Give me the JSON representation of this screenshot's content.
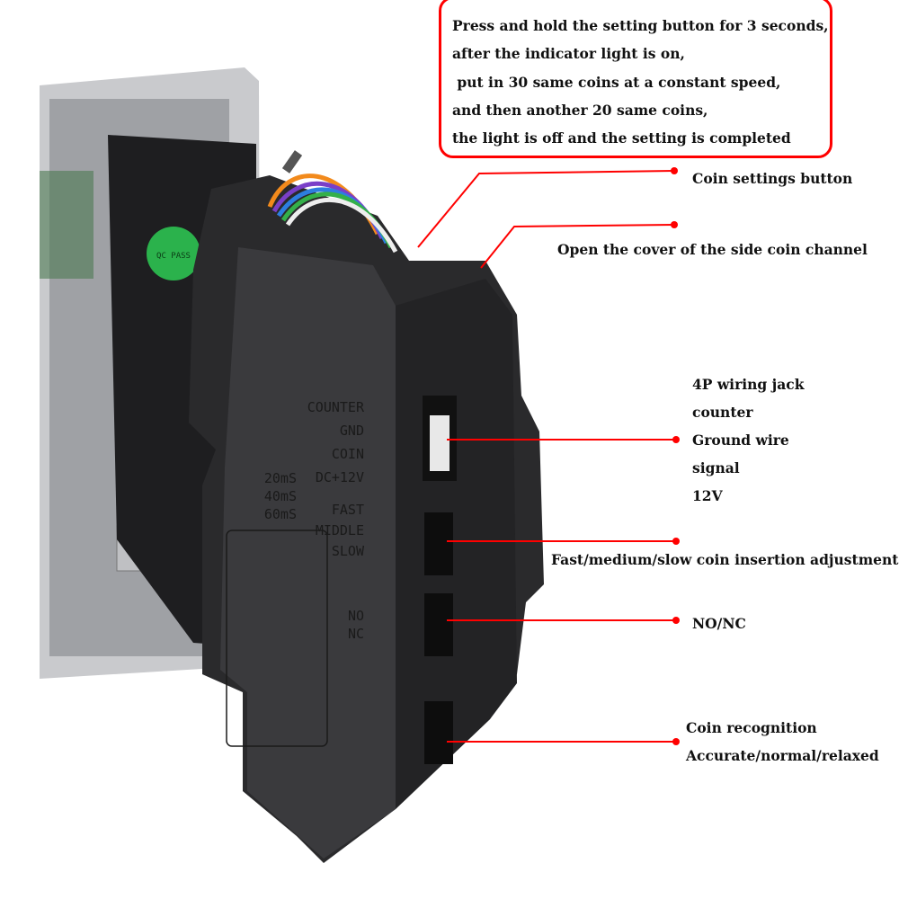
{
  "instruction_box": {
    "lines": [
      "Press and hold the setting button for 3 seconds,",
      "after the indicator light is on,",
      " put in 30 same coins at a constant speed,",
      "and then another 20 same coins,",
      "the light is off and the setting is completed"
    ]
  },
  "callouts": {
    "coin_settings_button": "Coin settings button",
    "side_cover": "Open the cover of the side coin channel",
    "wiring": [
      "4P wiring jack",
      "counter",
      "Ground wire",
      "signal",
      "12V"
    ],
    "speed": "Fast/medium/slow coin insertion adjustment",
    "no_nc": "NO/NC",
    "recognition": [
      "Coin recognition",
      "Accurate/normal/relaxed"
    ]
  },
  "device_markings": {
    "pins": [
      "COUNTER",
      "GND",
      "COIN",
      "DC+12V"
    ],
    "timings": [
      "20mS",
      "40mS",
      "60mS"
    ],
    "speeds": [
      "FAST",
      "MIDDLE",
      "SLOW"
    ],
    "no": "NO",
    "nc": "NC",
    "sticker": "QC PASS"
  },
  "colors": {
    "callout_red": "#ff0000",
    "device_body": "#2a2a2c",
    "bezel": "#c9cacd"
  }
}
